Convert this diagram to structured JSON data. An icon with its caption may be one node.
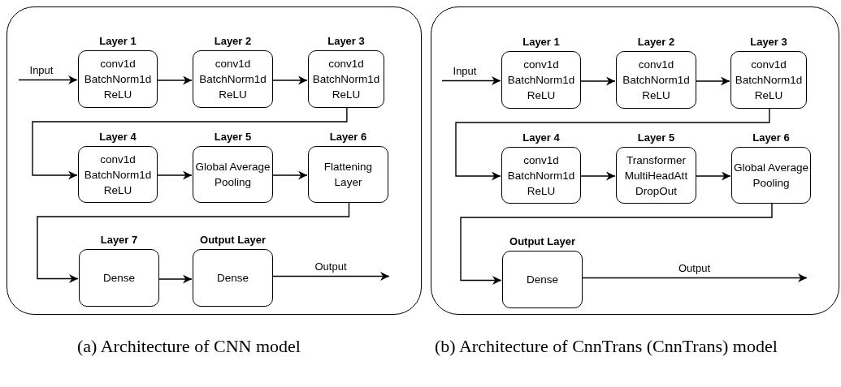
{
  "diagram": {
    "nodes": [
      {
        "text": [],
        "shape": "box",
        "beside": [
          "(a) Architecture of CNN model"
        ]
      },
      {
        "text": [
          "Layer 1",
          "conv1d BatchNorm1d ReLU"
        ],
        "in": 0
      },
      {
        "text": [
          "Layer 2",
          "conv1d BatchNorm1d ReLU"
        ],
        "in": 0
      },
      {
        "text": [
          "Layer 3",
          "conv1d BatchNorm1d ReLU"
        ],
        "in": 0
      },
      {
        "text": [
          "Layer 4",
          "conv1d BatchNorm1d ReLU"
        ],
        "in": 0
      },
      {
        "text": [
          "Layer 5",
          "Global Average Pooling"
        ],
        "in": 0
      },
      {
        "text": [
          "Layer 6",
          "Flattening Layer"
        ],
        "in": 0
      },
      {
        "text": [
          "Layer 7",
          "Dense"
        ],
        "in": 0
      },
      {
        "text": [
          "Output Layer",
          "Dense"
        ],
        "in": 0
      },
      {
        "text": [],
        "shape": "box",
        "beside": [
          "(b) Architecture of CnnTrans (CnnTrans) model"
        ]
      },
      {
        "text": [
          "Layer 1",
          "conv1d BatchNorm1d ReLU"
        ],
        "in": 9
      },
      {
        "text": [
          "Layer 2",
          "conv1d BatchNorm1d ReLU"
        ],
        "in": 9
      },
      {
        "text": [
          "Layer 3",
          "conv1d BatchNorm1d ReLU"
        ],
        "in": 9
      },
      {
        "text": [
          "Layer 4",
          "conv1d BatchNorm1d ReLU"
        ],
        "in": 9
      },
      {
        "text": [
          "Layer 5",
          "Transformer MultiHeadAtt DropOut"
        ],
        "in": 9
      },
      {
        "text": [
          "Layer 6",
          "Global Average Pooling"
        ],
        "in": 9
      },
      {
        "text": [
          "Output Layer",
          "Dense"
        ],
        "in": 9
      }
    ],
    "edges": [
      {
        "from": null,
        "to": 1,
        "arrow": "to",
        "label": "Input"
      },
      {
        "from": 1,
        "to": 2,
        "arrow": "to"
      },
      {
        "from": 2,
        "to": 3,
        "arrow": "to"
      },
      {
        "from": 3,
        "to": 4,
        "arrow": "to"
      },
      {
        "from": 4,
        "to": 5,
        "arrow": "to"
      },
      {
        "from": 5,
        "to": 6,
        "arrow": "to"
      },
      {
        "from": 6,
        "to": 7,
        "arrow": "to"
      },
      {
        "from": 7,
        "to": 8,
        "arrow": "to"
      },
      {
        "from": 8,
        "to": null,
        "arrow": "to",
        "label": "Output"
      },
      {
        "from": null,
        "to": 10,
        "arrow": "to",
        "label": "Input"
      },
      {
        "from": 10,
        "to": 11,
        "arrow": "to"
      },
      {
        "from": 11,
        "to": 12,
        "arrow": "to"
      },
      {
        "from": 12,
        "to": 13,
        "arrow": "to"
      },
      {
        "from": 13,
        "to": 14,
        "arrow": "to"
      },
      {
        "from": 14,
        "to": 15,
        "arrow": "to"
      },
      {
        "from": 15,
        "to": 16,
        "arrow": "to"
      },
      {
        "from": 16,
        "to": null,
        "arrow": "to",
        "label": "Output"
      }
    ]
  }
}
